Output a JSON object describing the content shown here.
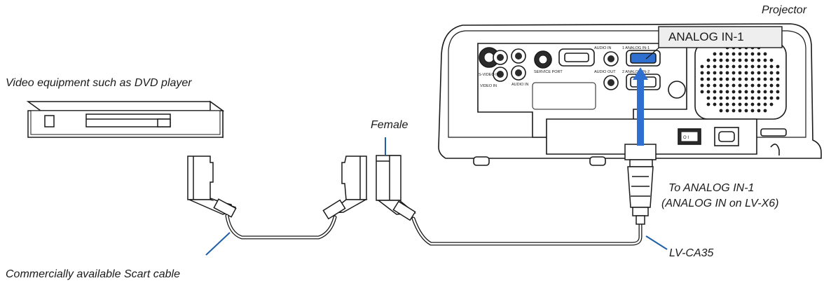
{
  "labels": {
    "projector": "Projector",
    "video_equipment": "Video equipment such as DVD player",
    "female": "Female",
    "analog_callout": "ANALOG IN-1",
    "to_analog_line1": "To ANALOG IN-1",
    "to_analog_line2": "(ANALOG IN on LV-X6)",
    "lv_cable": "LV-CA35",
    "scart_cable": "Commercially available Scart cable"
  },
  "projector_panel": {
    "s_video_in": "S-VIDEO IN",
    "video_in": "VIDEO IN",
    "audio_in_left": "AUDIO IN",
    "service_port": "SERVICE PORT",
    "audio_in": "AUDIO IN",
    "audio_out": "AUDIO OUT",
    "analog_in_1": "1 ANALOG IN-1",
    "analog_in_2": "2 ANALOG IN-2",
    "switch_mark": "O  I"
  },
  "colors": {
    "line": "#1a1a1a",
    "accent_blue": "#1f5fa8",
    "vga_blue": "#2e6fd0",
    "device_fill": "#ffffff",
    "panel_dark": "#2b2b2b"
  }
}
